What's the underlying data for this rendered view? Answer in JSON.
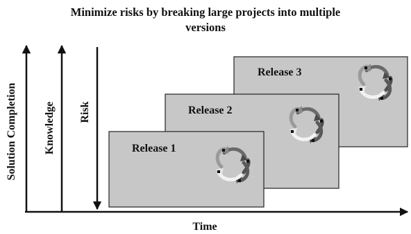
{
  "title": {
    "line1": "Minimize risks by breaking large projects into multiple",
    "line2": "versions"
  },
  "axes": {
    "x_label": "Time",
    "y_labels": [
      "Solution Completion",
      "Knowledge",
      "Risk"
    ]
  },
  "releases": [
    {
      "label": "Release 1",
      "icon": "cycle-arrows-icon"
    },
    {
      "label": "Release 2",
      "icon": "cycle-arrows-icon"
    },
    {
      "label": "Release 3",
      "icon": "cycle-arrows-icon"
    }
  ],
  "colors": {
    "box_fill": "#c7c7c7",
    "box_stroke": "#222222",
    "axis": "#111111"
  }
}
